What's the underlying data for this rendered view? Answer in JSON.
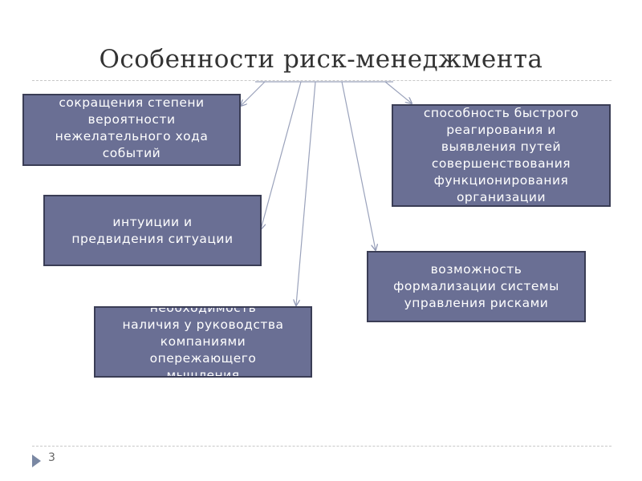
{
  "slide": {
    "title": "Особенности риск-менеджмента",
    "page_number": "3"
  },
  "boxes": [
    {
      "id": "reduction",
      "text": "сокращения степени\nвероятности\nнежелательного хода\nсобытий"
    },
    {
      "id": "quick-response",
      "text": "способность быстрого\nреагирования и\nвыявления путей\nсовершенствования\nфункционирования\nорганизации"
    },
    {
      "id": "intuition",
      "text": "интуиции и\nпредвидения ситуации"
    },
    {
      "id": "formalization",
      "text": "возможность\nформализации системы\nуправления рисками"
    },
    {
      "id": "management-thinking",
      "text": "необходимость\nналичия у руководства\nкомпаниями\nопережающего\nмышления"
    }
  ],
  "colors": {
    "box_fill": "#6a6f94",
    "box_border": "#3a3d55",
    "box_text": "#ffffff",
    "title_text": "#333333",
    "arrow": "#9aa2bb"
  }
}
